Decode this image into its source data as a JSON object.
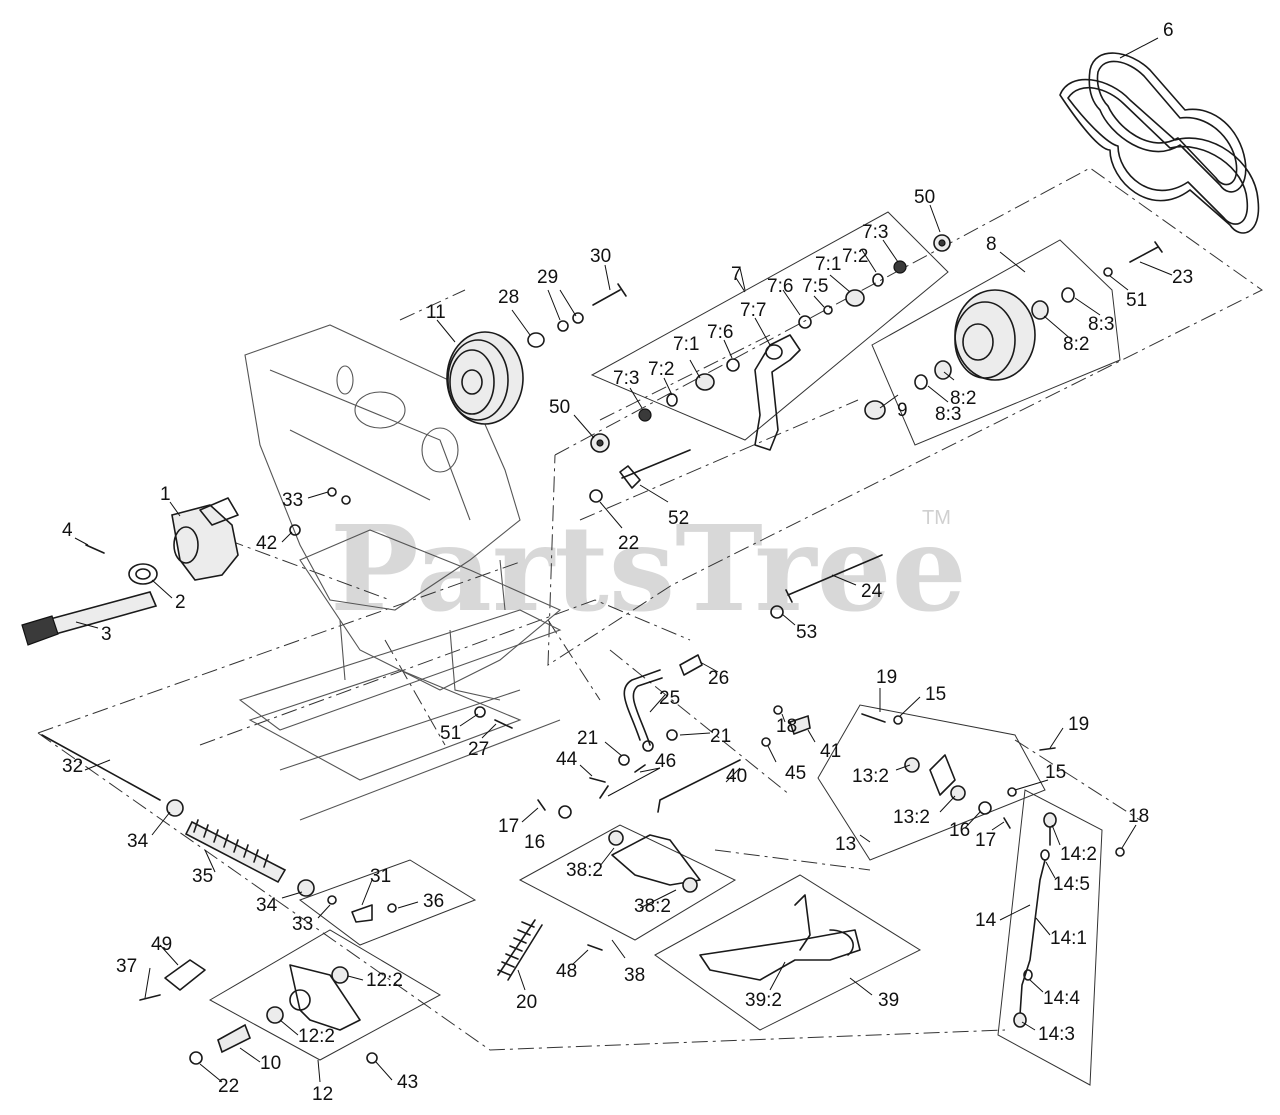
{
  "watermark": {
    "brand": "PartsTree",
    "mark": "TM"
  },
  "callouts": [
    {
      "id": "c6",
      "text": "6"
    },
    {
      "id": "c50a",
      "text": "50"
    },
    {
      "id": "c8",
      "text": "8"
    },
    {
      "id": "c7",
      "text": "7"
    },
    {
      "id": "c73a",
      "text": "7:3"
    },
    {
      "id": "c72a",
      "text": "7:2"
    },
    {
      "id": "c71a",
      "text": "7:1"
    },
    {
      "id": "c76a",
      "text": "7:6"
    },
    {
      "id": "c75",
      "text": "7:5"
    },
    {
      "id": "c77",
      "text": "7:7"
    },
    {
      "id": "c30",
      "text": "30"
    },
    {
      "id": "c29",
      "text": "29"
    },
    {
      "id": "c28",
      "text": "28"
    },
    {
      "id": "c11",
      "text": "11"
    },
    {
      "id": "c23",
      "text": "23"
    },
    {
      "id": "c51a",
      "text": "51"
    },
    {
      "id": "c83a",
      "text": "8:3"
    },
    {
      "id": "c82a",
      "text": "8:2"
    },
    {
      "id": "c71b",
      "text": "7:1"
    },
    {
      "id": "c76b",
      "text": "7:6"
    },
    {
      "id": "c73b",
      "text": "7:3"
    },
    {
      "id": "c72b",
      "text": "7:2"
    },
    {
      "id": "c50b",
      "text": "50"
    },
    {
      "id": "c83b",
      "text": "8:3"
    },
    {
      "id": "c82b",
      "text": "8:2"
    },
    {
      "id": "c9",
      "text": "9"
    },
    {
      "id": "c1",
      "text": "1"
    },
    {
      "id": "c33a",
      "text": "33"
    },
    {
      "id": "c4",
      "text": "4"
    },
    {
      "id": "c42",
      "text": "42"
    },
    {
      "id": "c2",
      "text": "2"
    },
    {
      "id": "c3",
      "text": "3"
    },
    {
      "id": "c52",
      "text": "52"
    },
    {
      "id": "c22a",
      "text": "22"
    },
    {
      "id": "c24",
      "text": "24"
    },
    {
      "id": "c53",
      "text": "53"
    },
    {
      "id": "c26",
      "text": "26"
    },
    {
      "id": "c25",
      "text": "25"
    },
    {
      "id": "c19a",
      "text": "19"
    },
    {
      "id": "c15a",
      "text": "15"
    },
    {
      "id": "c19b",
      "text": "19"
    },
    {
      "id": "c51b",
      "text": "51"
    },
    {
      "id": "c27",
      "text": "27"
    },
    {
      "id": "c21a",
      "text": "21"
    },
    {
      "id": "c21b",
      "text": "21"
    },
    {
      "id": "c44",
      "text": "44"
    },
    {
      "id": "c46",
      "text": "46"
    },
    {
      "id": "c18a",
      "text": "18"
    },
    {
      "id": "c41",
      "text": "41"
    },
    {
      "id": "c45",
      "text": "45"
    },
    {
      "id": "c132a",
      "text": "13:2"
    },
    {
      "id": "c15b",
      "text": "15"
    },
    {
      "id": "c32",
      "text": "32"
    },
    {
      "id": "c40",
      "text": "40"
    },
    {
      "id": "c132b",
      "text": "13:2"
    },
    {
      "id": "c16a",
      "text": "16"
    },
    {
      "id": "c17a",
      "text": "17"
    },
    {
      "id": "c18b",
      "text": "18"
    },
    {
      "id": "c17b",
      "text": "17"
    },
    {
      "id": "c16b",
      "text": "16"
    },
    {
      "id": "c13",
      "text": "13"
    },
    {
      "id": "c142",
      "text": "14:2"
    },
    {
      "id": "c34a",
      "text": "34"
    },
    {
      "id": "c382a",
      "text": "38:2"
    },
    {
      "id": "c145",
      "text": "14:5"
    },
    {
      "id": "c35",
      "text": "35"
    },
    {
      "id": "c31",
      "text": "31"
    },
    {
      "id": "c34b",
      "text": "34"
    },
    {
      "id": "c382b",
      "text": "38:2"
    },
    {
      "id": "c36",
      "text": "36"
    },
    {
      "id": "c33b",
      "text": "33"
    },
    {
      "id": "c14",
      "text": "14"
    },
    {
      "id": "c141",
      "text": "14:1"
    },
    {
      "id": "c49",
      "text": "49"
    },
    {
      "id": "c20",
      "text": "20"
    },
    {
      "id": "c48",
      "text": "48"
    },
    {
      "id": "c38",
      "text": "38"
    },
    {
      "id": "c37",
      "text": "37"
    },
    {
      "id": "c122a",
      "text": "12:2"
    },
    {
      "id": "c392",
      "text": "39:2"
    },
    {
      "id": "c39",
      "text": "39"
    },
    {
      "id": "c144",
      "text": "14:4"
    },
    {
      "id": "c122b",
      "text": "12:2"
    },
    {
      "id": "c143",
      "text": "14:3"
    },
    {
      "id": "c10",
      "text": "10"
    },
    {
      "id": "c22b",
      "text": "22"
    },
    {
      "id": "c12",
      "text": "12"
    },
    {
      "id": "c43",
      "text": "43"
    }
  ]
}
